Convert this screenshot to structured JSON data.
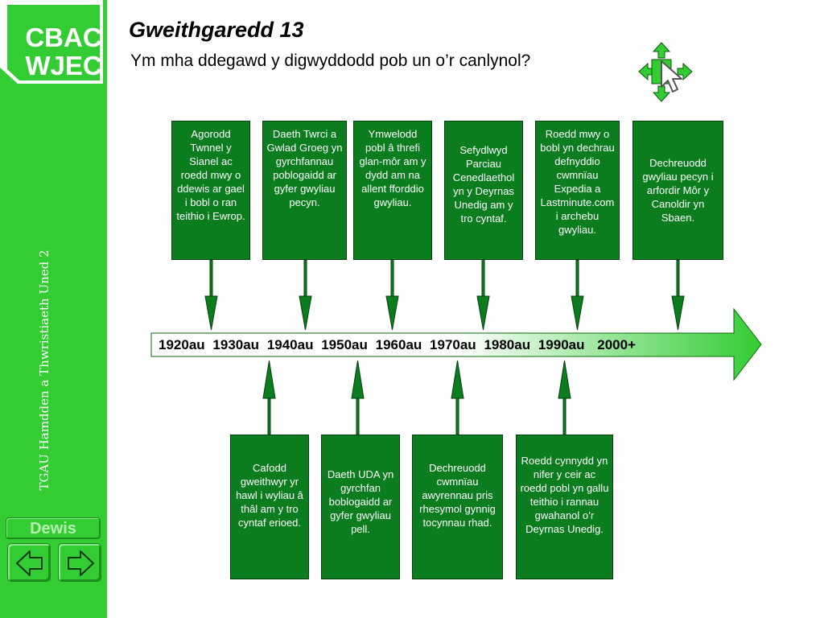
{
  "logo": {
    "line1": "CBAC",
    "line2": "WJEC"
  },
  "sidebar": {
    "vertical_label": "TGAU Hamdden a Thwristiaeth Uned 2"
  },
  "nav": {
    "dewis_label": "Dewis",
    "back_icon": "arrow-left-icon",
    "forward_icon": "arrow-right-icon"
  },
  "header": {
    "title": "Gweithgaredd 13",
    "subtitle": "Ym mha ddegawd y digwyddodd pob un o’r canlynol?"
  },
  "timeline": {
    "decades": [
      "1920au",
      "1930au",
      "1940au",
      "1950au",
      "1960au",
      "1970au",
      "1980au",
      "1990au",
      "2000+"
    ]
  },
  "events_top": [
    "Agorodd Twnnel y Sianel ac roedd mwy o ddewis ar gael i bobl o ran teithio i Ewrop.",
    "Daeth Twrci a Gwlad Groeg yn gyrchfannau poblogaidd ar gyfer gwyliau pecyn.",
    "Ymwelodd pobl â threfi glan-môr am y dydd am na allent fforddio gwyliau.",
    "Sefydlwyd Parciau Cenedlaethol yn y Deyrnas Unedig am y tro cyntaf.",
    "Roedd mwy o bobl yn dechrau defnyddio cwmnïau Expedia a Lastminute.com i archebu gwyliau.",
    "Dechreuodd gwyliau pecyn i arfordir Môr y Canoldir yn Sbaen."
  ],
  "events_bottom": [
    "Cafodd gweithwyr yr hawl i wyliau â thâl am y tro cyntaf erioed.",
    "Daeth UDA yn gyrchfan boblogaidd ar gyfer gwyliau pell.",
    "Dechreuodd cwmnïau awyrennau pris rhesymol gynnig tocynnau rhad.",
    "Roedd cynnydd yn nifer y ceir ac roedd pobl yn gallu teithio i rannau gwahanol o’r Deyrnas Unedig."
  ],
  "colors": {
    "sidebar": "#33cc33",
    "box": "#0b7d1e",
    "arrow": "#0b7d1e",
    "timeline_end": "#33cc33"
  },
  "icons": {
    "drag_icon": "move-cursor-icon"
  }
}
